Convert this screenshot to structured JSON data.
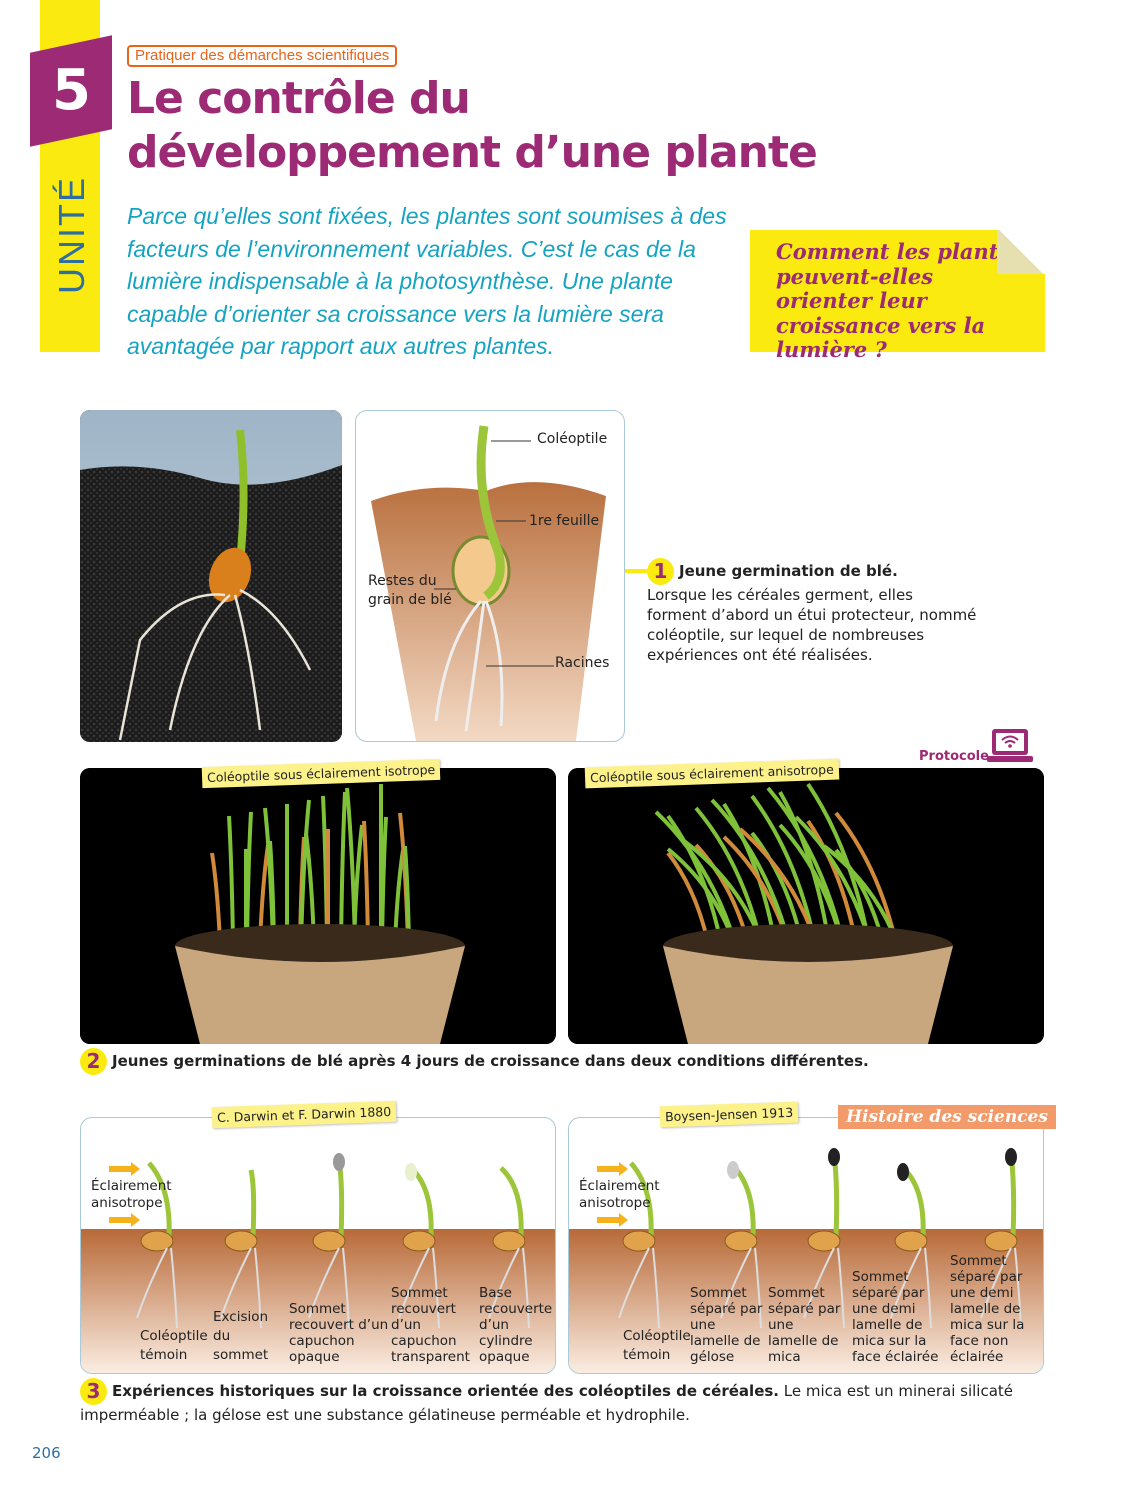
{
  "unit": {
    "label": "UNITÉ",
    "number": "5"
  },
  "tag": "Pratiquer des démarches scientifiques",
  "title": "Le contrôle du développement d’une plante",
  "intro": "Parce qu’elles sont fixées, les plantes sont soumises à des facteurs de l’environnement variables. C’est le cas de la lumière indispensable à la photosynthèse. Une plante capable d’orienter sa croissance vers la lumière sera avantagée par rapport aux autres plantes.",
  "question": "Comment les plantes peuvent-elles orienter leur croissance vers la lumière ?",
  "doc1": {
    "number": "1",
    "diagram_labels": {
      "coleoptile": "Coléoptile",
      "feuille": "1re feuille",
      "grain": "Restes du grain de blé",
      "racines": "Racines"
    },
    "title": "Jeune germination de blé.",
    "text": "Lorsque les céréales germent, elles forment d’abord un étui protecteur, nommé coléoptile, sur lequel de nombreuses expériences ont été réalisées."
  },
  "protocole": {
    "label": "Protocole",
    "icon": "laptop-wifi-icon"
  },
  "doc2": {
    "number": "2",
    "photo_left_label": "Coléoptile sous éclairement isotrope",
    "photo_right_label": "Coléoptile sous éclairement anisotrope",
    "caption": "Jeunes germinations de blé après 4 jours de croissance dans deux conditions différentes."
  },
  "doc3": {
    "number": "3",
    "badge": "Histoire des sciences",
    "left": {
      "title": "C. Darwin et F. Darwin 1880",
      "light": "Éclairement anisotrope",
      "labels": [
        "Coléoptile témoin",
        "Excision du sommet",
        "Sommet recouvert d’un capuchon opaque",
        "Sommet recouvert d’un capuchon transparent",
        "Base recouverte d’un cylindre opaque"
      ]
    },
    "right": {
      "title": "Boysen-Jensen 1913",
      "light": "Éclairement anisotrope",
      "labels": [
        "Coléoptile témoin",
        "Sommet séparé par une lamelle de gélose",
        "Sommet séparé par une lamelle de mica",
        "Sommet séparé par une demi lamelle de mica sur la face éclairée",
        "Sommet séparé par une demi lamelle de mica sur la face non éclairée"
      ]
    },
    "caption_title": "Expériences historiques sur la croissance orientée des coléoptiles de céréales.",
    "caption_text": "Le mica est un minerai silicaté imperméable ; la gélose est une substance gélatineuse perméable et hydrophile."
  },
  "page_number": "206",
  "colors": {
    "purple": "#9c2a74",
    "yellow": "#fbea0f",
    "teal": "#15a3c2",
    "orange": "#e8641b"
  }
}
